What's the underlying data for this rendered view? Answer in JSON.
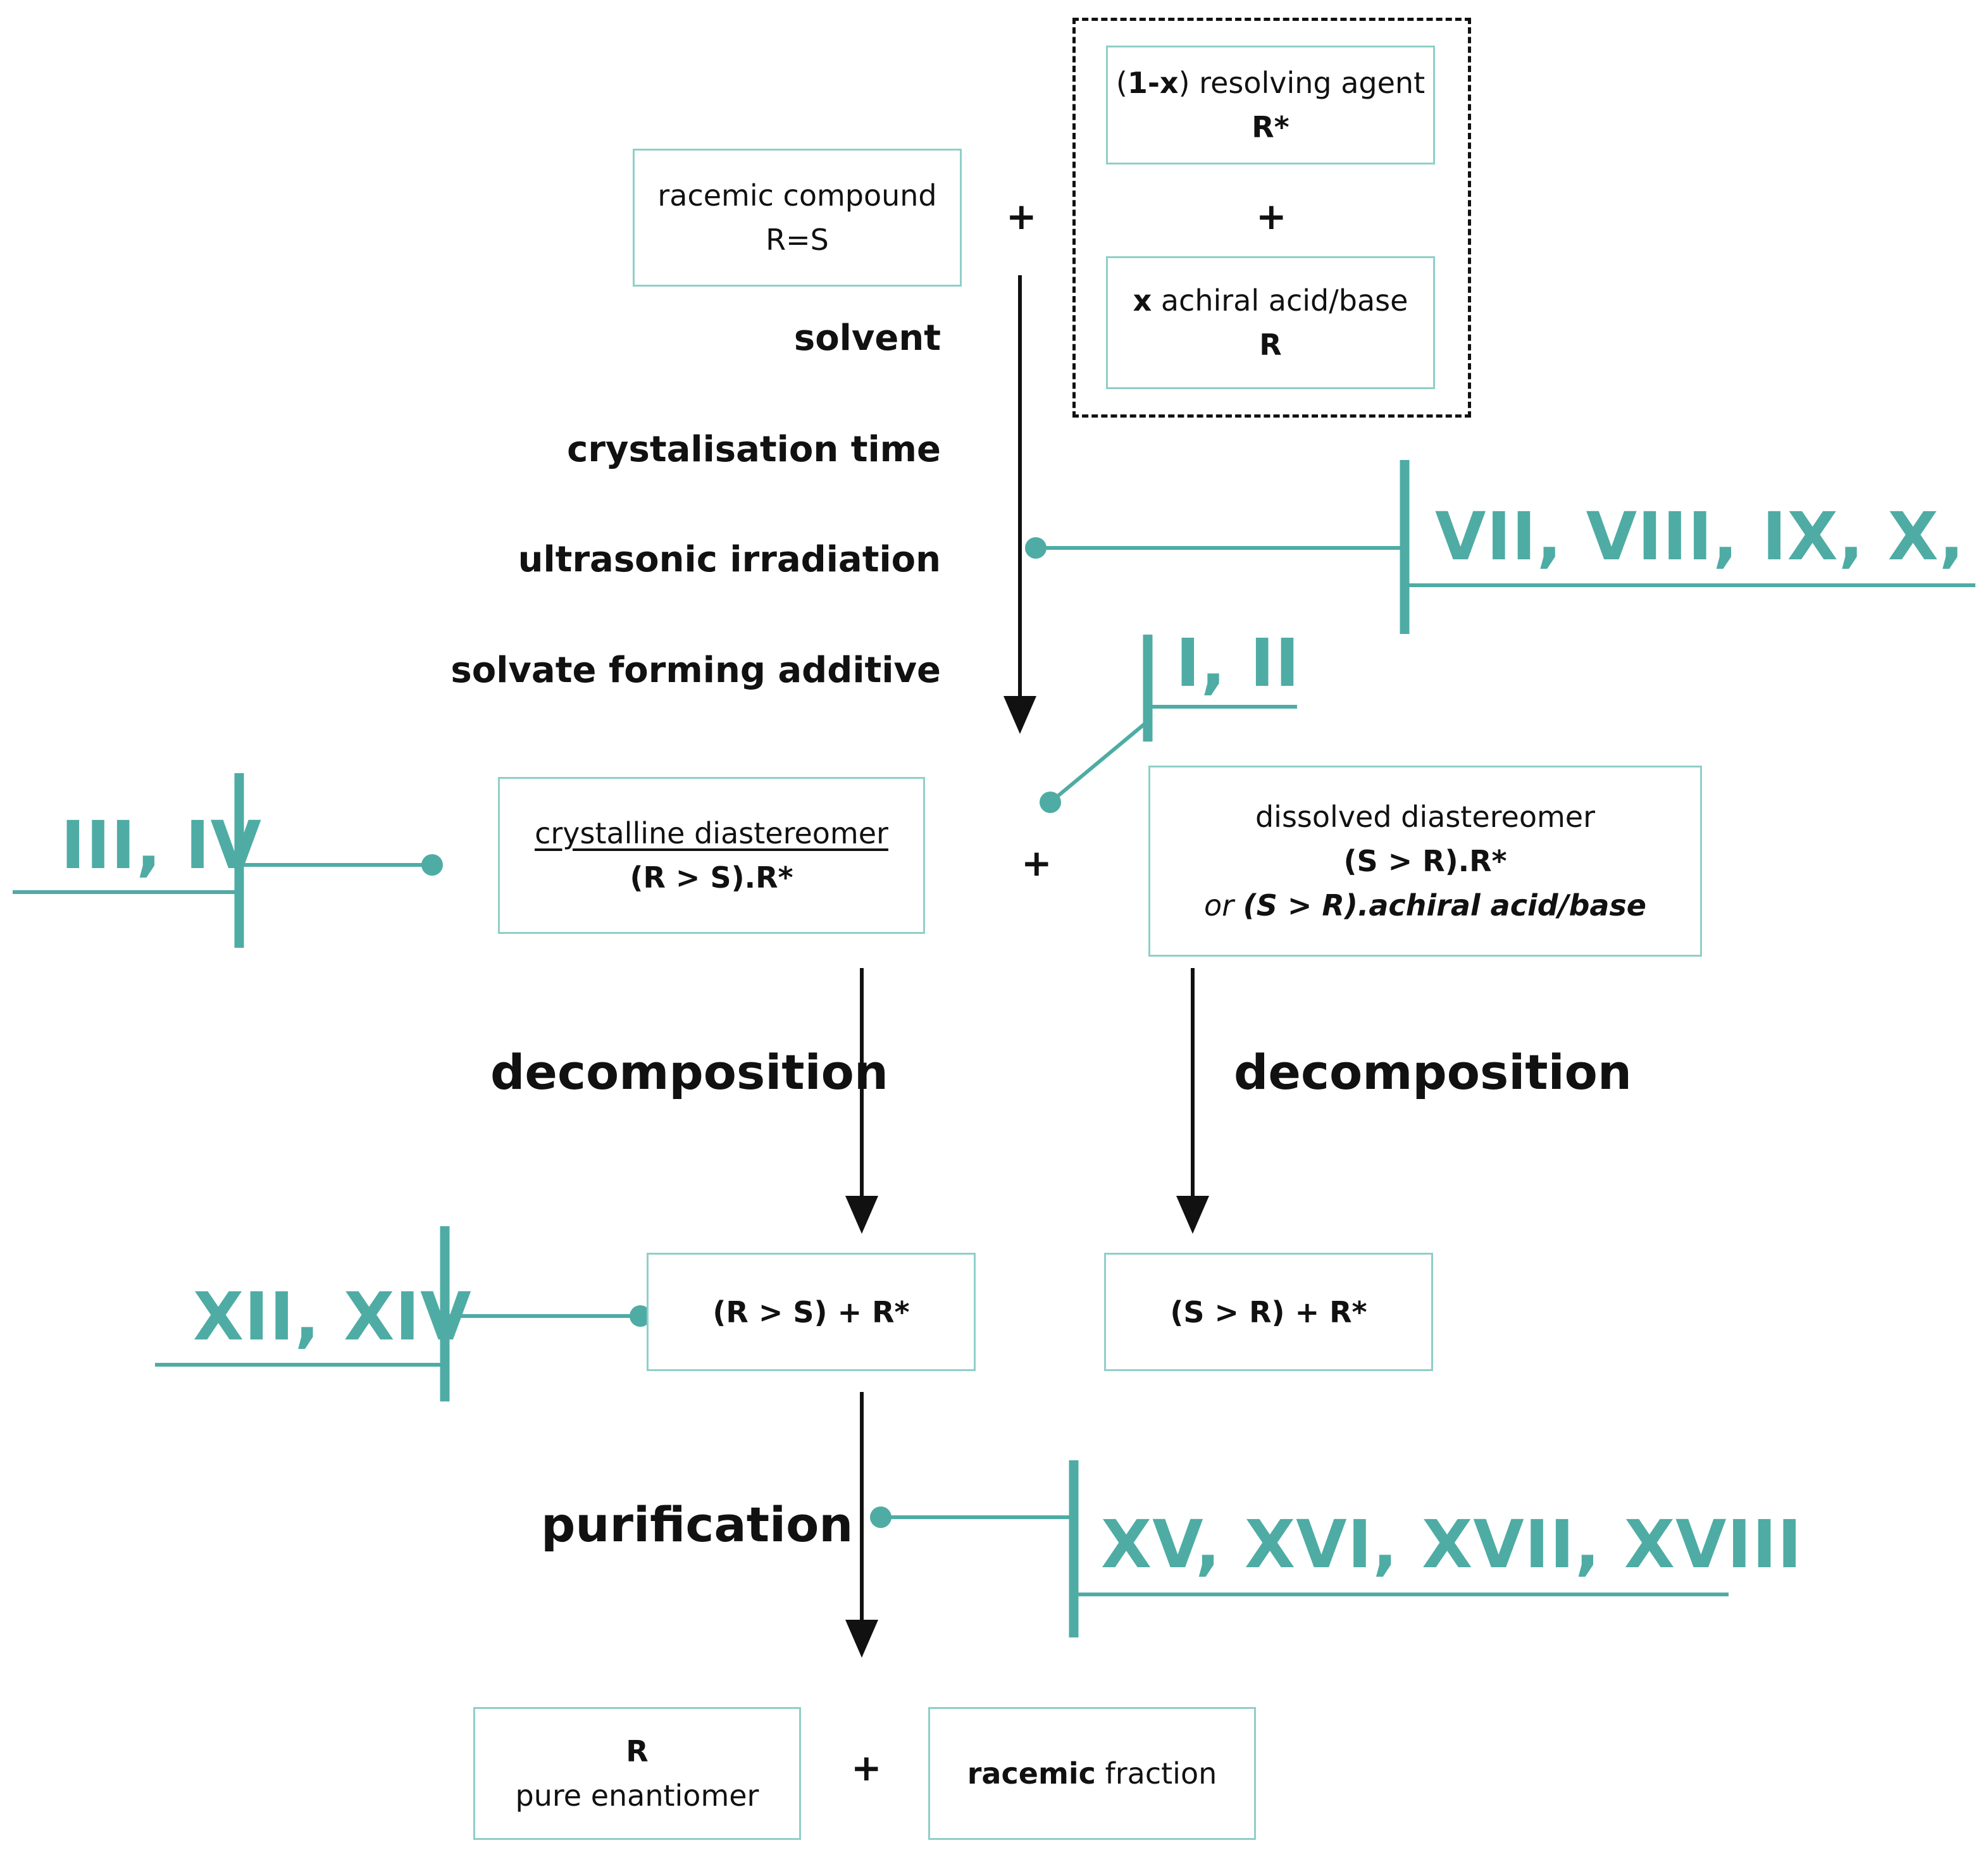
{
  "inputs": {
    "racemate": {
      "line1": "racemic compound",
      "line2": "R=S"
    },
    "resolving_agent": {
      "prefix": "(",
      "bold": "1-x",
      "suffix": ") resolving agent",
      "line2": "R*"
    },
    "achiral": {
      "bold": "x",
      "suffix": " achiral acid/base",
      "line2": "R"
    }
  },
  "plus_sign": "+",
  "conditions": [
    "solvent",
    "crystalisation time",
    "ultrasonic irradiation",
    "solvate forming additive"
  ],
  "products": {
    "crystalline": {
      "line1": "crystalline diastereomer",
      "line2": "(R > S).R*"
    },
    "dissolved": {
      "line1": "dissolved diastereomer",
      "line2": "(S > R).R*",
      "line3_prefix": "or ",
      "line3_rest": "(S > R).achiral acid/base"
    },
    "crystalline_decomposed": "(R > S) + R*",
    "dissolved_decomposed": "(S > R) + R*",
    "pure": {
      "line1": "R",
      "line2": "pure enantiomer"
    },
    "racemic_fraction": {
      "bold": "racemic",
      "rest": " fraction"
    }
  },
  "steps": {
    "decomposition": "decomposition",
    "purification": "purification"
  },
  "references": {
    "ultrasonic": "VII, VIII, IX, X, XI",
    "additive": "I, II",
    "crystalline": "III, IV",
    "decomposed": "XII, XIV",
    "purification": "XV, XVI, XVII,  XVIII"
  },
  "colors": {
    "accent": "#4eaca4",
    "box_border": "#8fcfc8",
    "arrow": "#111111"
  }
}
